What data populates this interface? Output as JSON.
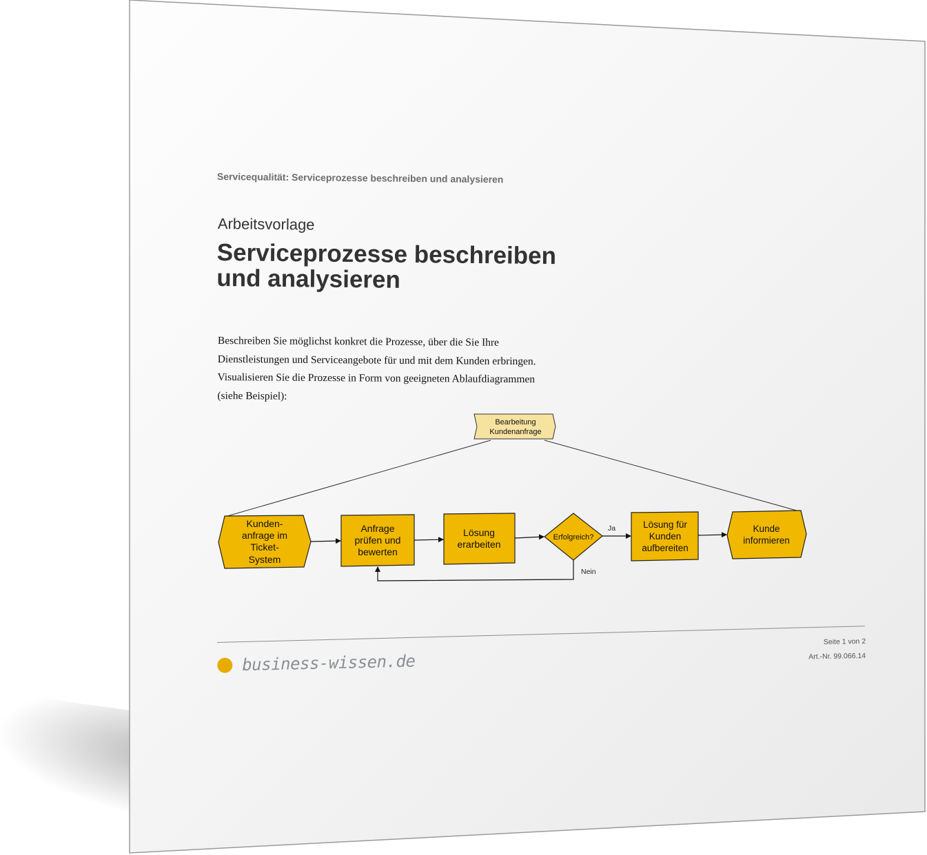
{
  "document": {
    "header": "Servicequalität: Serviceprozesse beschreiben und analysieren",
    "subtitle": "Arbeitsvorlage",
    "title_line1": "Serviceprozesse beschreiben",
    "title_line2": "und analysieren",
    "intro_lines": [
      "Beschreiben Sie möglichst konkret die Prozesse, über die Sie Ihre",
      "Dienstleistungen und Serviceangebote für und mit dem Kunden erbringen.",
      "Visualisieren Sie die Prozesse in Form von geeigneten Ablaufdiagrammen",
      "(siehe Beispiel):"
    ]
  },
  "diagram": {
    "process_header": [
      "Bearbeitung",
      "Kundenanfrage"
    ],
    "nodes": [
      {
        "id": "start",
        "shape": "event",
        "lines": [
          "Kunden-",
          "anfrage im",
          "Ticket-",
          "System"
        ]
      },
      {
        "id": "pruefen",
        "shape": "function",
        "lines": [
          "Anfrage",
          "prüfen und",
          "bewerten"
        ]
      },
      {
        "id": "loesung",
        "shape": "function",
        "lines": [
          "Lösung",
          "erarbeiten"
        ]
      },
      {
        "id": "erfolg",
        "shape": "decision",
        "lines": [
          "Erfolgreich?"
        ]
      },
      {
        "id": "aufbereiten",
        "shape": "function",
        "lines": [
          "Lösung für",
          "Kunden",
          "aufbereiten"
        ]
      },
      {
        "id": "informieren",
        "shape": "event",
        "lines": [
          "Kunde",
          "informieren"
        ]
      }
    ],
    "label_yes": "Ja",
    "label_no": "Nein",
    "colors": {
      "node_fill": "#f0b800",
      "header_fill": "#f7e3a0",
      "stroke": "#222222"
    }
  },
  "footer": {
    "logo_text": "business-wissen.de",
    "page_label": "Seite 1 von 2",
    "article_number": "Art.-Nr. 99.066.14",
    "logo_color": "#e8ac00"
  }
}
